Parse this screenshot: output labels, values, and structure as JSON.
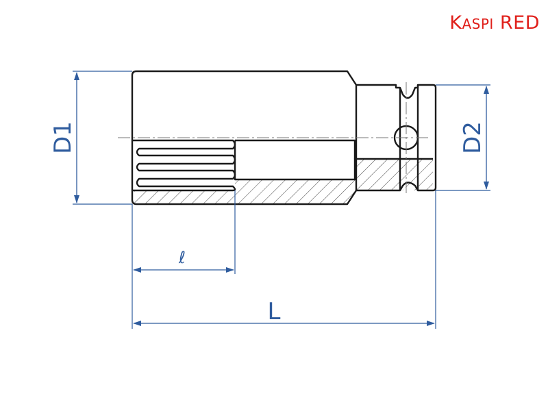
{
  "brand": {
    "first_cap": "K",
    "first_rest": "ASPI",
    "second": "RED",
    "color": "#e0201b"
  },
  "dimensions": {
    "d1": "D1",
    "d2": "D2",
    "l_small": "ℓ",
    "l_total": "L"
  },
  "colors": {
    "outline": "#1a1a1a",
    "dimension": "#2f5c9e",
    "hatch": "#555555",
    "centerline": "#777777"
  }
}
